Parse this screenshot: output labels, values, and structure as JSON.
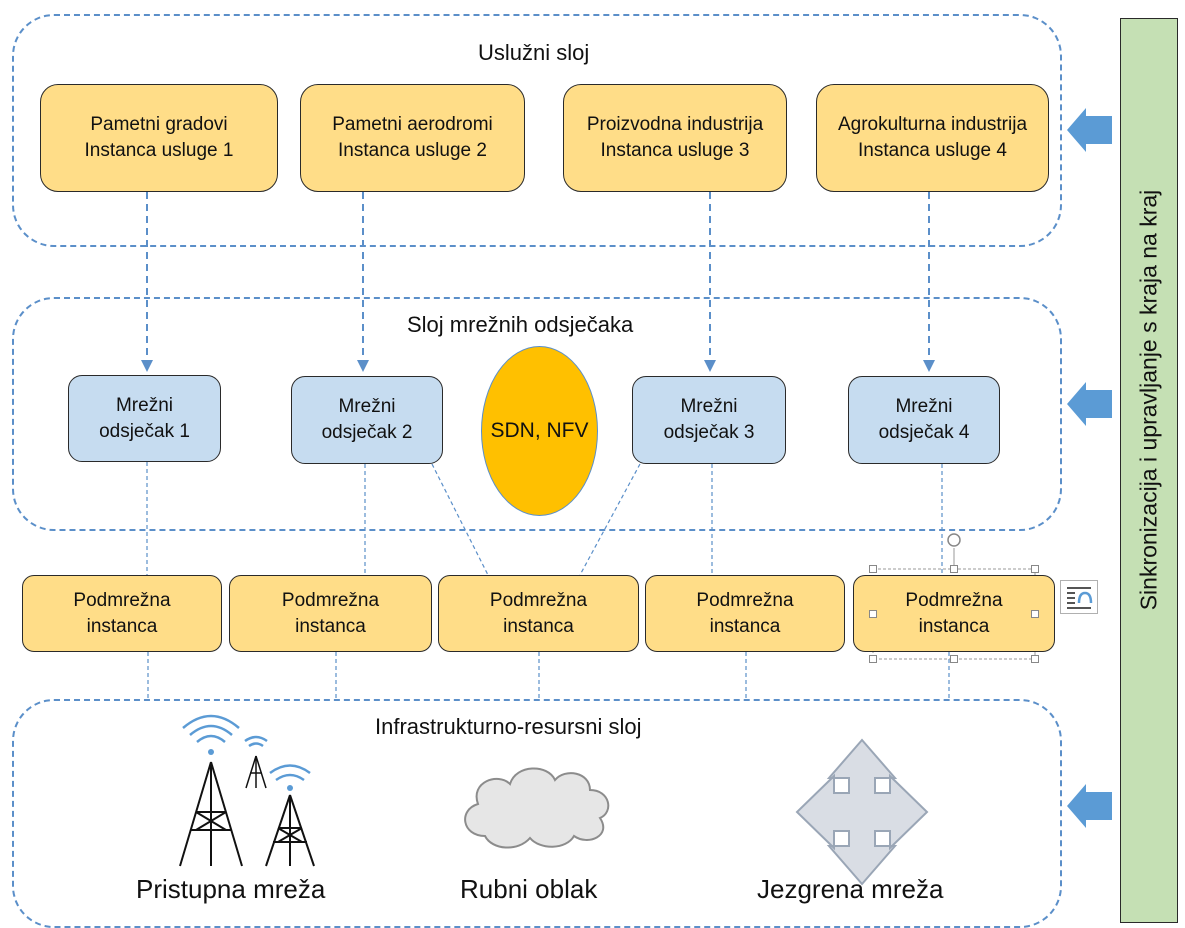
{
  "layers": {
    "service_title": "Uslužni sloj",
    "slice_title": "Sloj mrežnih odsječaka",
    "infra_title": "Infrastrukturno-resursni sloj"
  },
  "services": [
    {
      "line1": "Pametni gradovi",
      "line2": "Instanca usluge 1"
    },
    {
      "line1": "Pametni aerodromi",
      "line2": "Instanca usluge 2"
    },
    {
      "line1": "Proizvodna industrija",
      "line2": "Instanca usluge 3"
    },
    {
      "line1": "Agrokulturna industrija",
      "line2": "Instanca usluge 4"
    }
  ],
  "slices": [
    {
      "line1": "Mrežni",
      "line2": "odsječak 1"
    },
    {
      "line1": "Mrežni",
      "line2": "odsječak 2"
    },
    {
      "line1": "Mrežni",
      "line2": "odsječak 3"
    },
    {
      "line1": "Mrežni",
      "line2": "odsječak 4"
    }
  ],
  "sdn_label": "SDN, NFV",
  "subnets": [
    {
      "line1": "Podmrežna",
      "line2": "instanca"
    },
    {
      "line1": "Podmrežna",
      "line2": "instanca"
    },
    {
      "line1": "Podmrežna",
      "line2": "instanca"
    },
    {
      "line1": "Podmrežna",
      "line2": "instanca"
    },
    {
      "line1": "Podmrežna",
      "line2": "instanca"
    }
  ],
  "resources": {
    "access": "Pristupna mreža",
    "edge": "Rubni oblak",
    "core": "Jezgrena mreža"
  },
  "sync_label": "Sinkronizacija i upravljanje s kraja na kraj",
  "colors": {
    "service_fill": "#ffdd88",
    "slice_fill": "#c6dcf0",
    "sdn_fill": "#ffc000",
    "sync_fill": "#c5e0b4",
    "dash_blue": "#5b8fc9",
    "arrow_blue": "#5b9bd5"
  },
  "icons": [
    "radio-tower-icon",
    "cloud-icon",
    "four-way-arrow-icon",
    "left-arrow-icon"
  ]
}
